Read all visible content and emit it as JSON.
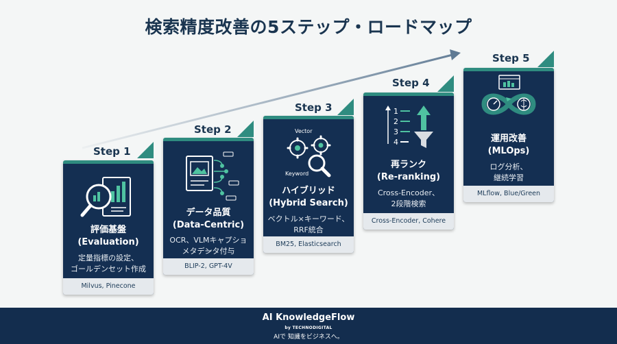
{
  "title": "検索精度改善の5ステップ・ロードマップ",
  "colors": {
    "card_bg": "#142f52",
    "accent": "#2f8c80",
    "tools_bg": "#e5e9ed",
    "footer_bg": "#132d4e",
    "arrow": "#5f7a94"
  },
  "steps": [
    {
      "label": "Step 1",
      "name_ja": "評価基盤",
      "name_en": "(Evaluation)",
      "desc1": "定量指標の設定、",
      "desc2": "ゴールデンセット作成",
      "tools": "Milvus, Pinecone",
      "icon": "magnifier-chart-icon"
    },
    {
      "label": "Step 2",
      "name_ja": "データ品質",
      "name_en": "(Data-Centric)",
      "desc1": "OCR、VLMキャプション",
      "desc2": "メタデータ付与",
      "tools": "BLIP-2, GPT-4V",
      "icon": "image-document-icon"
    },
    {
      "label": "Step 3",
      "name_ja": "ハイブリッド",
      "name_en": "(Hybrid Search)",
      "desc1": "ベクトル×キーワード、",
      "desc2": "RRF統合",
      "tools": "BM25, Elasticsearch",
      "icon": "gears-search-icon",
      "icon_text_top": "Vector",
      "icon_text_bottom": "Keyword"
    },
    {
      "label": "Step 4",
      "name_ja": "再ランク",
      "name_en": "(Re-ranking)",
      "desc1": "Cross-Encoder、",
      "desc2": "2段階検索",
      "tools": "Cross-Encoder, Cohere",
      "icon": "ranking-funnel-icon",
      "icon_numbers": [
        "1",
        "2",
        "3",
        "4"
      ]
    },
    {
      "label": "Step 5",
      "name_ja": "運用改善",
      "name_en": "(MLOps)",
      "desc1": "ログ分析、",
      "desc2": "継続学習",
      "tools": "MLflow, Blue/Green",
      "icon": "infinity-loop-icon"
    }
  ],
  "footer": {
    "brand": "AI KnowledgeFlow",
    "by": "by TECHNODIGITAL",
    "tagline": "AIで 知識をビジネスへ。"
  }
}
